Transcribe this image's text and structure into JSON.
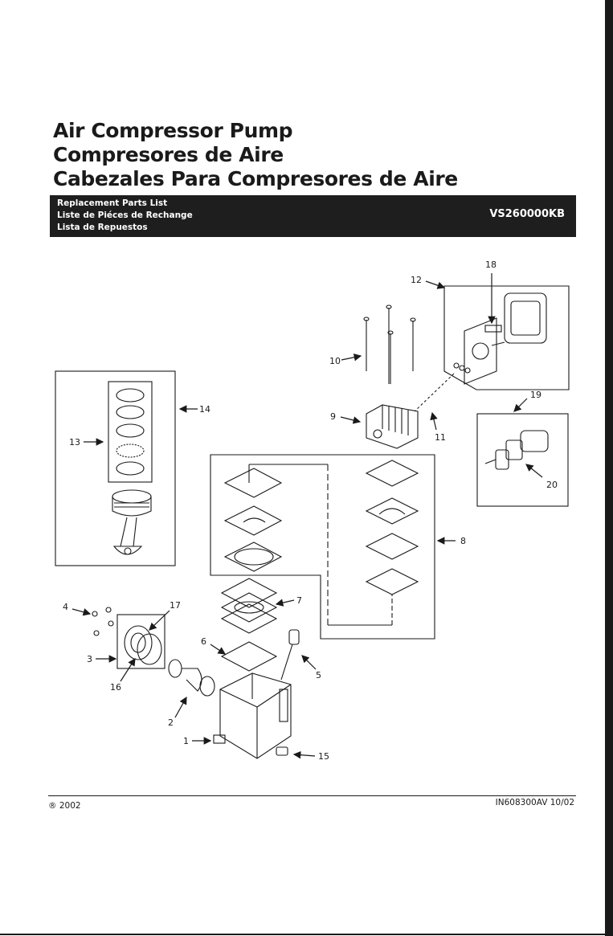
{
  "title": {
    "line1": "Air Compressor Pump",
    "line2": "Compresores de Aire",
    "line3": "Cabezales Para Compresores de Aire"
  },
  "banner": {
    "list_en": "Replacement Parts List",
    "list_fr": "Liste de Piéces de Rechange",
    "list_es": "Lista de Repuestos",
    "model": "VS260000KB"
  },
  "callouts": [
    "1",
    "2",
    "3",
    "4",
    "5",
    "6",
    "7",
    "8",
    "9",
    "10",
    "11",
    "12",
    "13",
    "14",
    "15",
    "16",
    "17",
    "18",
    "19",
    "20"
  ],
  "footer": {
    "copyright": "® 2002",
    "doc_number": "IN608300AV  10/02"
  }
}
